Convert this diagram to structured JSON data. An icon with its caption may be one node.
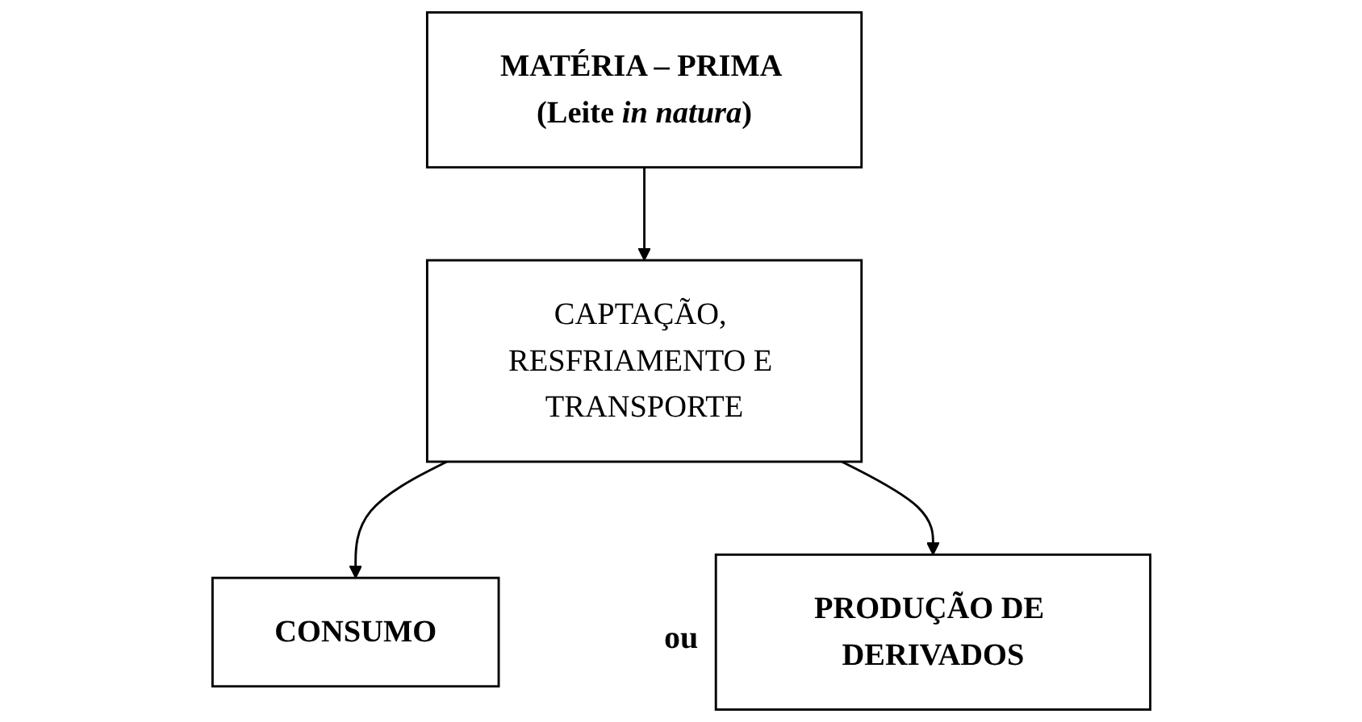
{
  "diagram": {
    "nodes": [
      {
        "text": [
          "MATÉRIA – PRIMA (Leite *in natura*)"
        ]
      },
      {
        "text": [
          "CAPTAÇÃO, RESFRIAMENTO E TRANSPORTE"
        ]
      },
      {
        "text": [
          "CONSUMO"
        ]
      },
      {
        "text": [
          "PRODUÇÃO DE DERIVADOS"
        ]
      }
    ],
    "edges": [
      {
        "from": 0,
        "to": 1,
        "arrow": "to"
      },
      {
        "from": 1,
        "to": 2,
        "arrow": "to"
      },
      {
        "from": 1,
        "to": 3,
        "arrow": "to"
      }
    ],
    "labels": [
      "ou"
    ]
  }
}
